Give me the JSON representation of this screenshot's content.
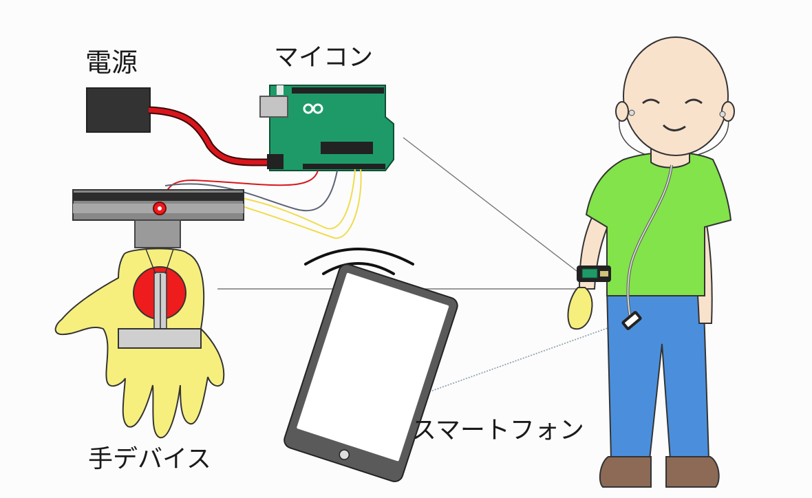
{
  "labels": {
    "power_supply": "電源",
    "microcontroller": "マイコン",
    "hand_device": "手デバイス",
    "smartphone": "スマートフォン"
  },
  "colors": {
    "background": "#fcfcfc",
    "board_green": "#1e9a68",
    "wire_red": "#d8161c",
    "wire_yellow": "#f0dc4c",
    "wire_gray": "#5a6274",
    "skin_yellow": "#f6ef7e",
    "actuator_red": "#ee1c1c",
    "shirt_green": "#82e34a",
    "pants_blue": "#4b8fdc",
    "shoes_brown": "#8c6a56",
    "tablet_gray": "#5a5a5a"
  },
  "icons": [
    "infinity-logo-icon",
    "wifi-signal-icon",
    "home-button-icon"
  ]
}
